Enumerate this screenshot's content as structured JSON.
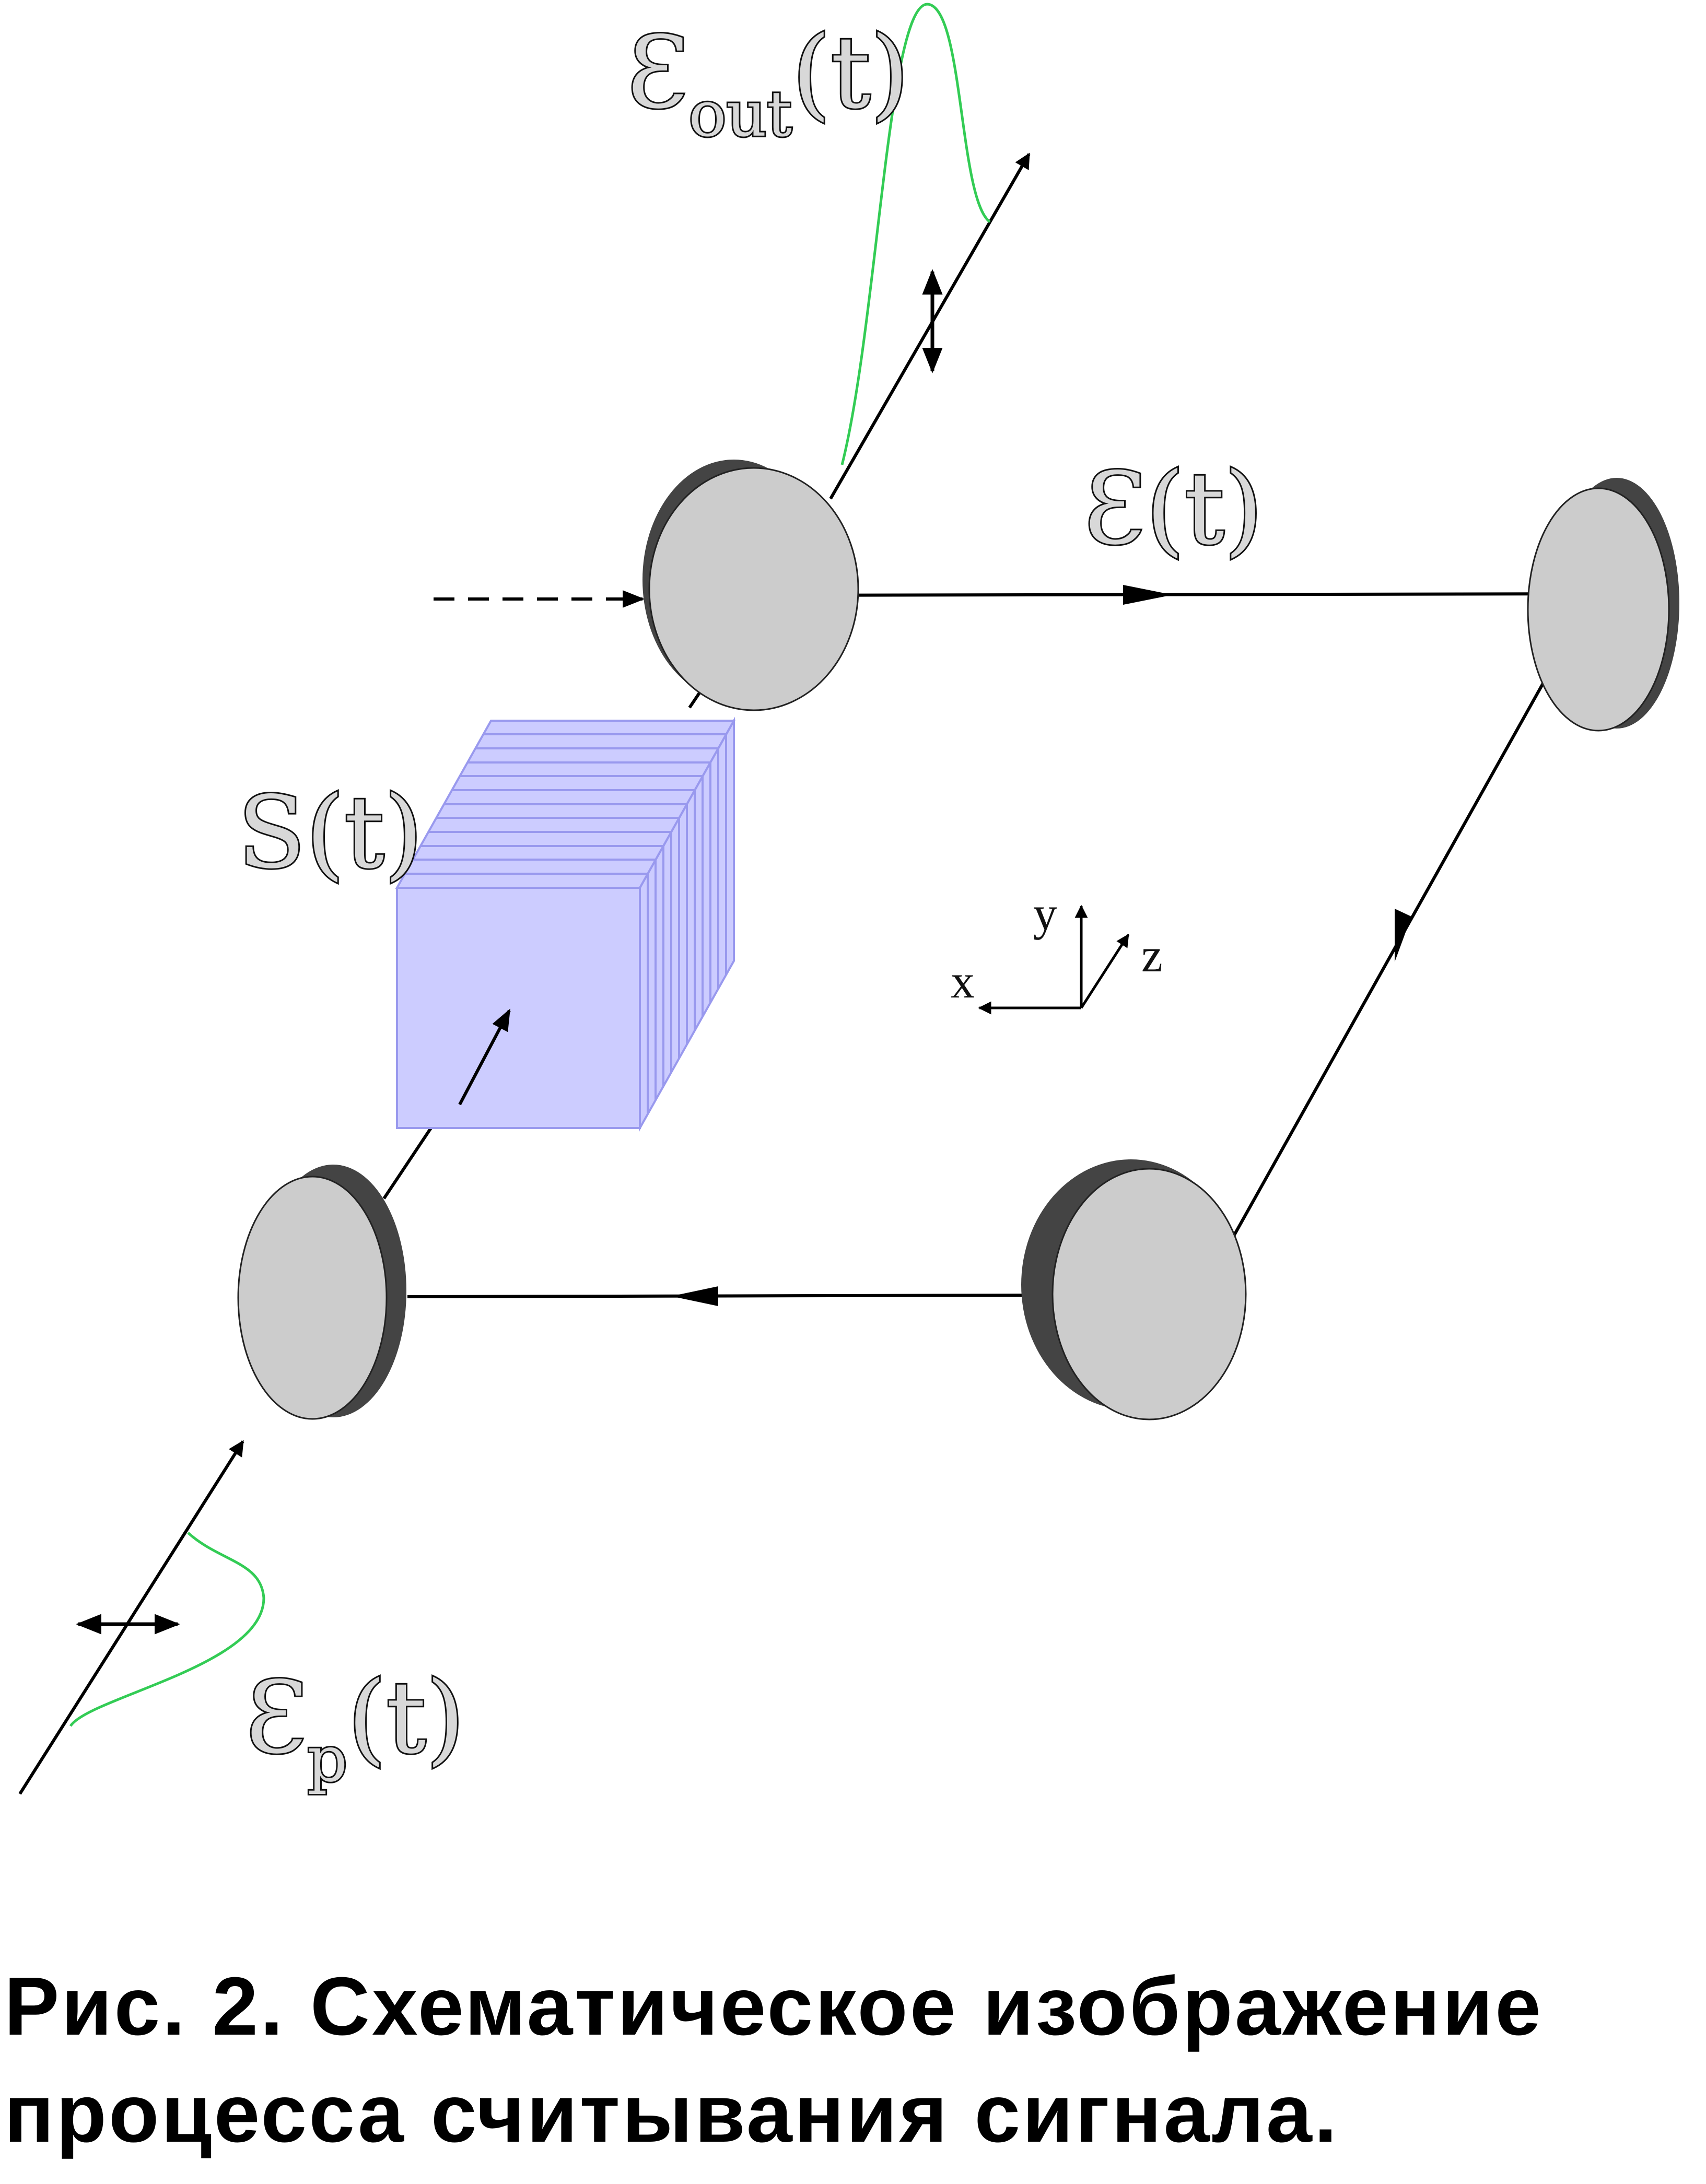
{
  "labels": {
    "e_out_main": "Ɛ",
    "e_out_sub": "out",
    "e_out_arg": "(t)",
    "e_main": "Ɛ",
    "e_arg": "(t)",
    "s_label": "S(t)",
    "ep_main": "Ɛ",
    "ep_sub": "p",
    "ep_arg": "(t)",
    "axis_x": "x",
    "axis_y": "y",
    "axis_z": "z"
  },
  "caption": {
    "line1": "Рис. 2.  Схематическое изображение",
    "line2": "процесса считывания сигнала."
  },
  "colors": {
    "mirror_face": "#cccccc",
    "mirror_edge": "#444444",
    "crystal_fill": "#ccccff",
    "crystal_line": "#9999ee",
    "pulse": "#33cc55",
    "beam": "#000000"
  }
}
